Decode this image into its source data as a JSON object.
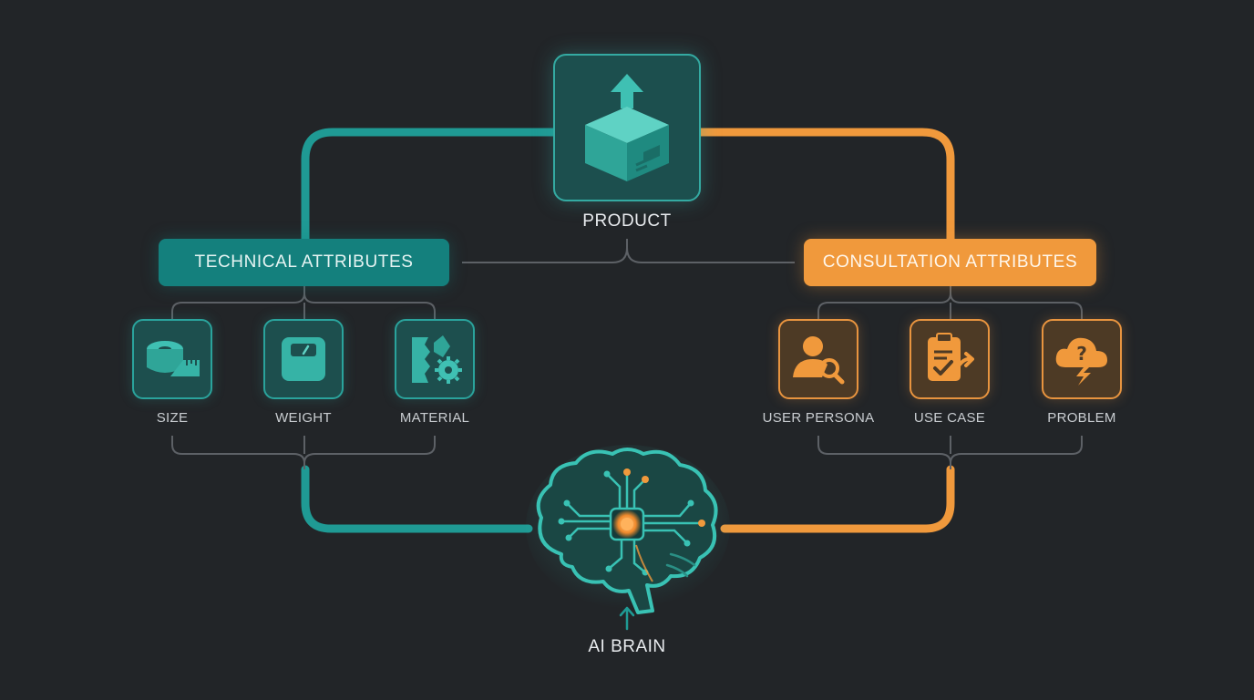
{
  "product": {
    "label": "PRODUCT",
    "icon": "package-upload-icon"
  },
  "categories": {
    "technical": {
      "label": "TECHNICAL ATTRIBUTES",
      "color": "#14807d"
    },
    "consultation": {
      "label": "CONSULTATION ATTRIBUTES",
      "color": "#f0993c"
    }
  },
  "technical_items": [
    {
      "label": "SIZE",
      "icon": "tape-measure-icon"
    },
    {
      "label": "WEIGHT",
      "icon": "scale-icon"
    },
    {
      "label": "MATERIAL",
      "icon": "material-gear-icon"
    }
  ],
  "consultation_items": [
    {
      "label": "USER PERSONA",
      "icon": "user-search-icon"
    },
    {
      "label": "USE CASE",
      "icon": "clipboard-check-icon"
    },
    {
      "label": "PROBLEM",
      "icon": "cloud-question-icon"
    }
  ],
  "brain": {
    "label": "AI BRAIN",
    "icon": "brain-chip-icon"
  },
  "colors": {
    "background": "#222528",
    "teal": "#1f9a94",
    "orange": "#f0993c",
    "connector": "#5d6166"
  }
}
